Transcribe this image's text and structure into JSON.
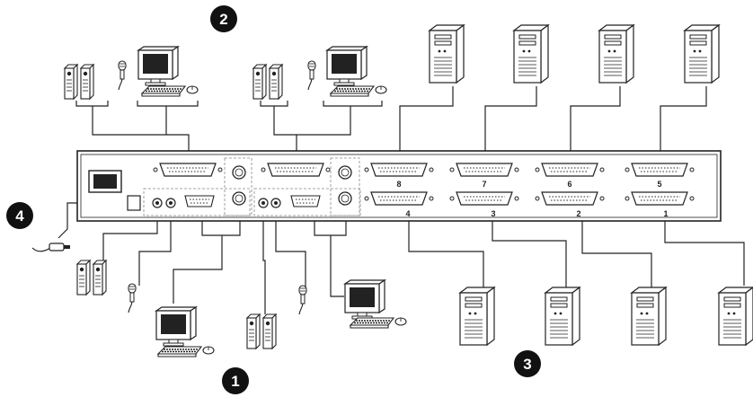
{
  "callouts": [
    {
      "id": "1",
      "label": "1"
    },
    {
      "id": "2",
      "label": "2"
    },
    {
      "id": "3",
      "label": "3"
    },
    {
      "id": "4",
      "label": "4"
    }
  ],
  "cpu_ports": {
    "top_row": [
      "8",
      "7",
      "6",
      "5"
    ],
    "bottom_row": [
      "4",
      "3",
      "2",
      "1"
    ]
  },
  "colors": {
    "line": "#222222",
    "device_fill": "#ffffff",
    "panel_fill": "#ffffff",
    "callout_fill": "#111111"
  },
  "icons": [
    "server-tower-icon",
    "computer-monitor-icon",
    "keyboard-icon",
    "mouse-icon",
    "speaker-icon",
    "microphone-icon",
    "power-socket-icon",
    "power-switch-icon",
    "power-cord-icon"
  ]
}
